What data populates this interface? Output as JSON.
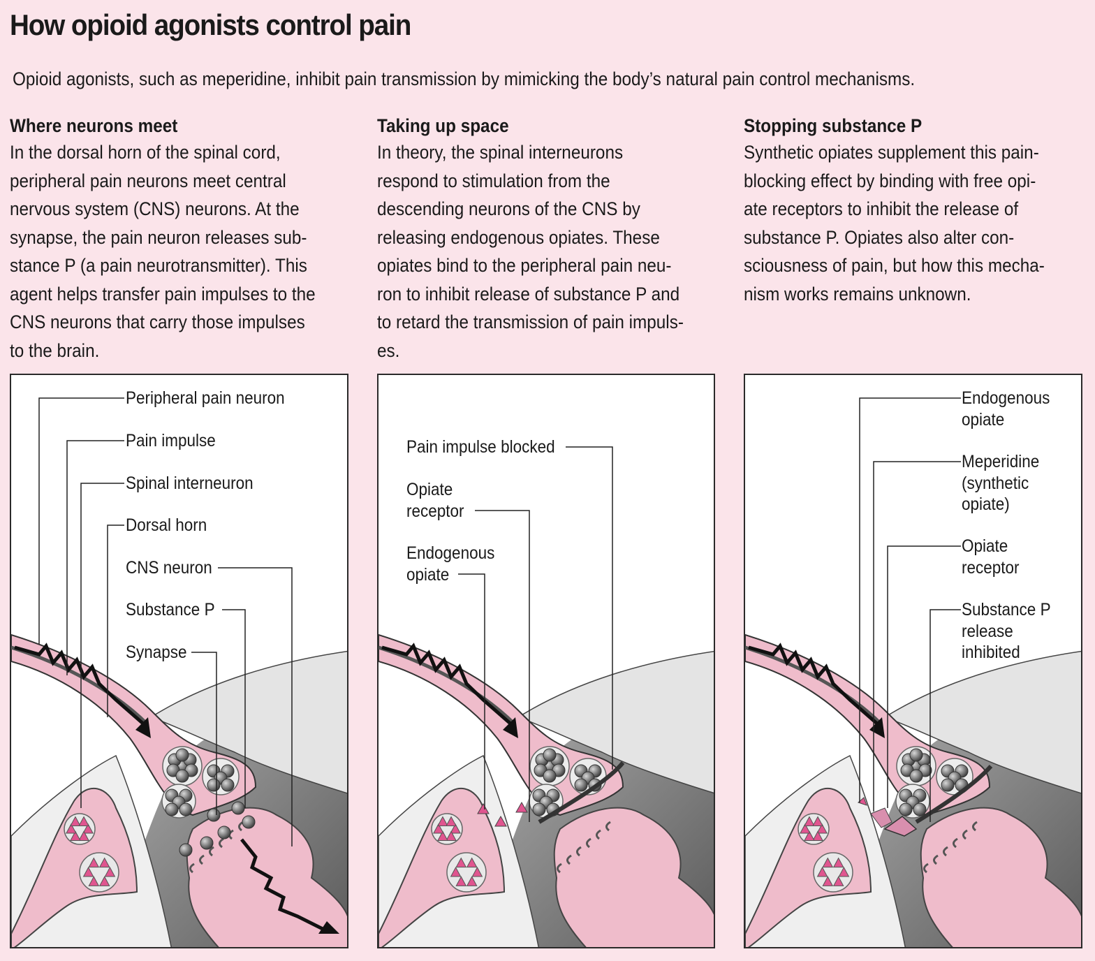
{
  "header": {
    "title": "How opioid agonists control pain",
    "subtitle": "Opioid agonists, such as meperidine, inhibit pain transmission by mimicking the body’s natural pain control mechanisms."
  },
  "colors": {
    "background": "#fbe4ea",
    "neuron_pink": "#efbccb",
    "light_gray": "#e4e4e4",
    "dark_gray": "#8a8a8a",
    "vesicle_gray": "#6a6a6a",
    "opiate_magenta": "#e0558f",
    "meperidine_pink": "#d98fae"
  },
  "columns": [
    {
      "heading": "Where neurons meet",
      "body": "In the dorsal horn of the spinal cord,\nperipheral pain neurons meet central\nnervous system (CNS) neurons. At the\nsynapse, the pain neuron releases sub-\nstance P (a pain neurotransmitter). This\nagent helps transfer pain impulses to the\nCNS neurons that carry those impulses\nto the brain."
    },
    {
      "heading": "Taking up space",
      "body": "In theory, the spinal interneurons\nrespond to stimulation from the\ndescending neurons of the CNS by\nreleasing endogenous opiates. These\nopiates bind to the peripheral pain neu-\nron to inhibit release of substance P and\nto retard the transmission of pain impuls-\nes."
    },
    {
      "heading": "Stopping substance P",
      "body": "Synthetic opiates supplement this pain-\nblocking effect by binding with free opi-\nate receptors to inhibit the release of\nsubstance P. Opiates also alter con-\nsciousness of pain, but how this mecha-\nnism works remains unknown."
    }
  ],
  "panels": [
    {
      "labels": [
        "Peripheral pain neuron",
        "Pain impulse",
        "Spinal interneuron",
        "Dorsal horn",
        "CNS neuron",
        "Substance P",
        "Synapse"
      ],
      "state": "substance-p-released"
    },
    {
      "labels": [
        "Pain impulse blocked",
        "Opiate\nreceptor",
        "Endogenous\nopiate"
      ],
      "state": "endogenous-opiate-bound"
    },
    {
      "labels": [
        "Endogenous\nopiate",
        "Meperidine\n(synthetic\nopiate)",
        "Opiate\nreceptor",
        "Substance P\nrelease\ninhibited"
      ],
      "state": "meperidine-bound"
    }
  ]
}
